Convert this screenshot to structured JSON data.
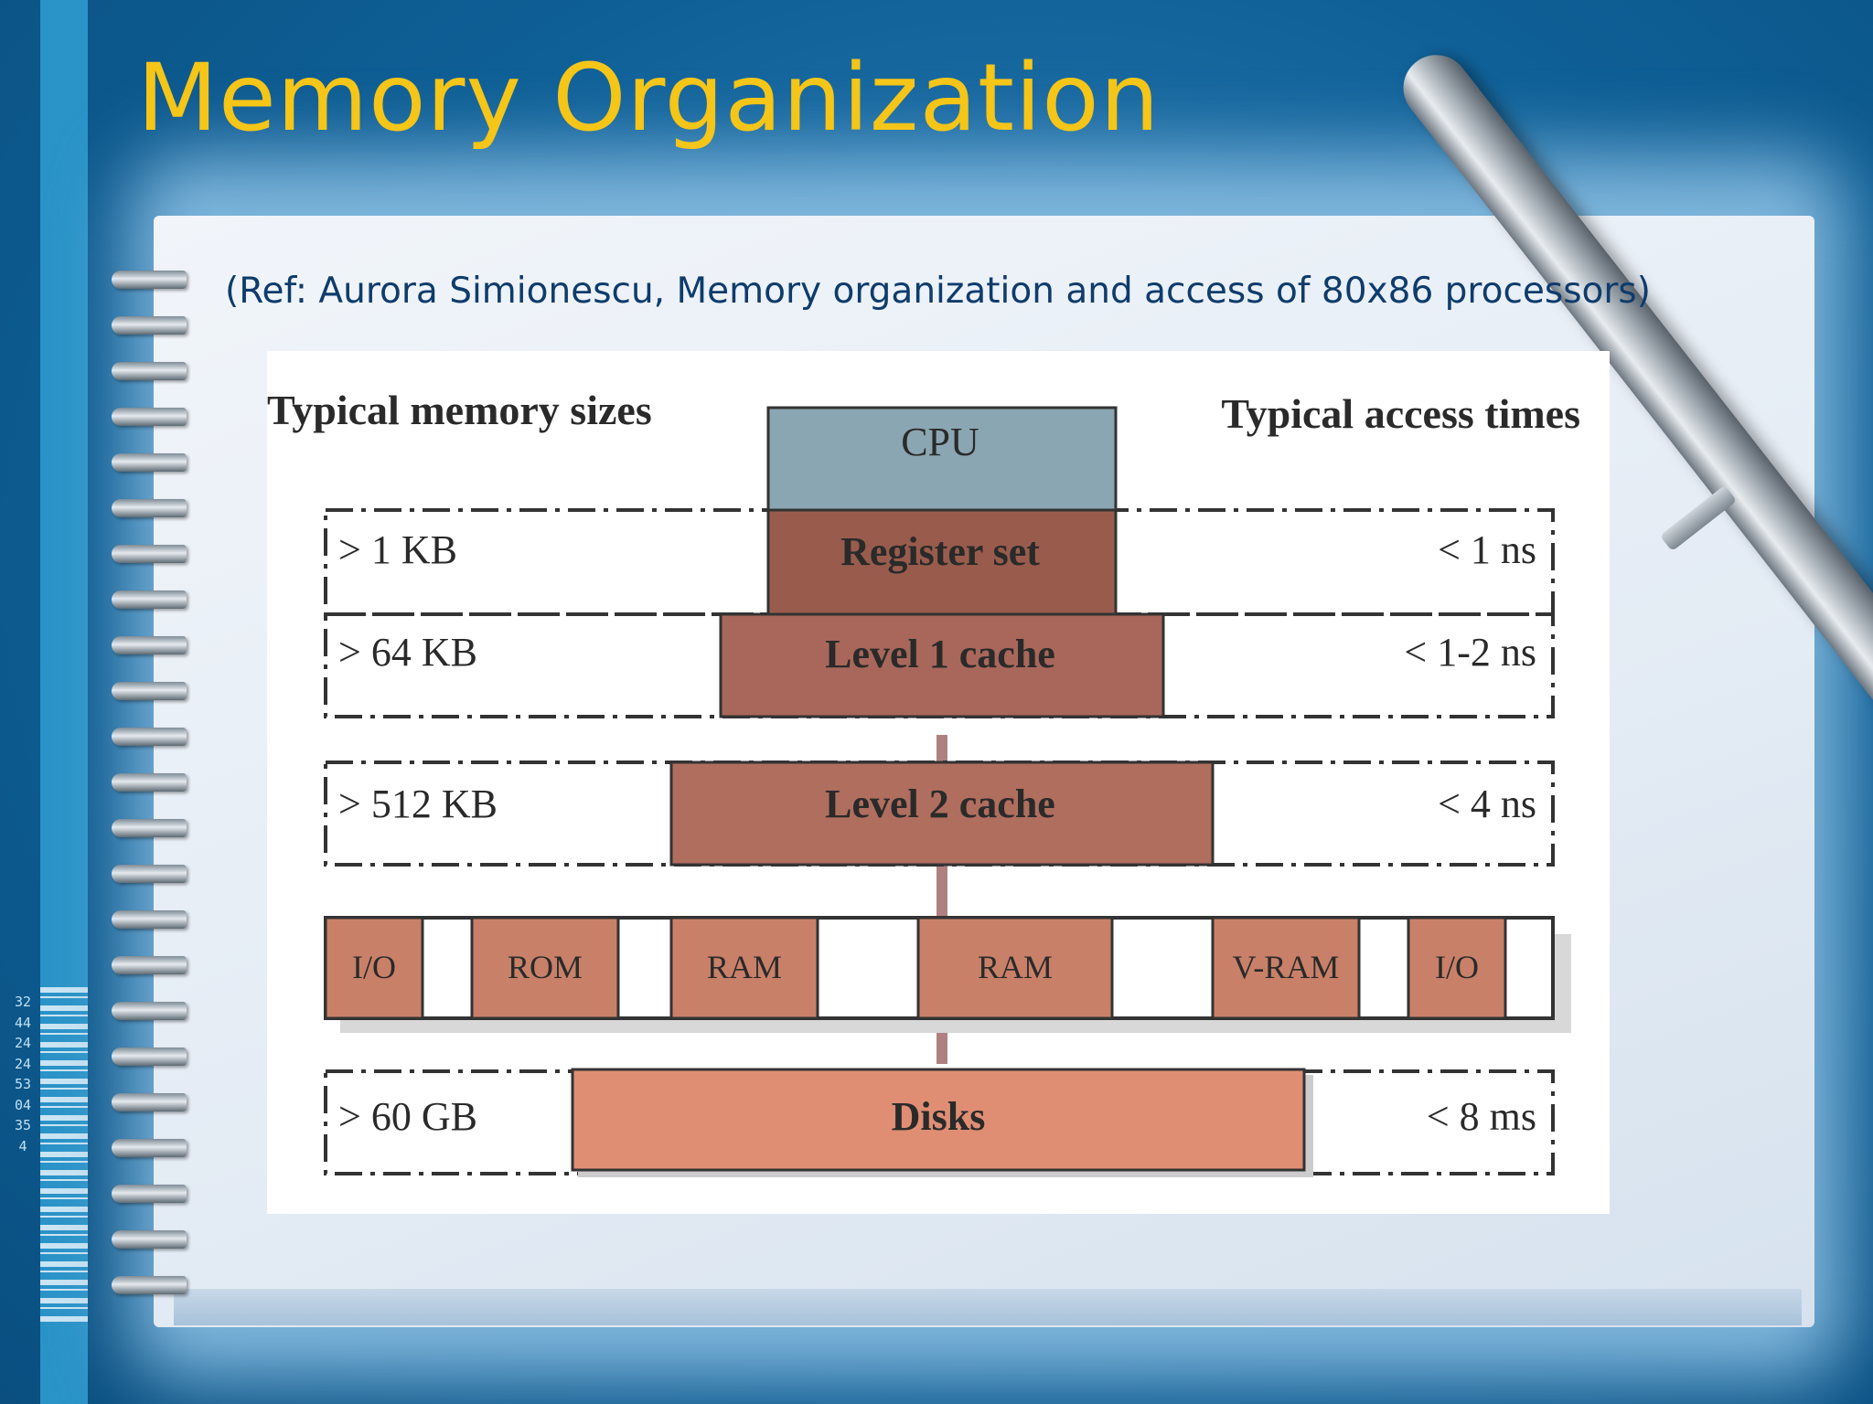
{
  "slide": {
    "title": "Memory Organization",
    "reference": "(Ref: Aurora Simionescu, Memory organization and access of 80x86 processors)",
    "barcode_digits": "324424245304354",
    "colors": {
      "background": "#0b5a90",
      "title": "#f5c518",
      "reference_text": "#0e3c6c"
    }
  },
  "diagram": {
    "left_header": "Typical memory sizes",
    "right_header": "Typical access times",
    "cpu_label": "CPU",
    "levels": [
      {
        "size": "> 1 KB",
        "block": "Register set",
        "time": "< 1 ns"
      },
      {
        "size": "> 64 KB",
        "block": "Level 1 cache",
        "time": "< 1-2 ns"
      },
      {
        "size": "> 512 KB",
        "block": "Level 2 cache",
        "time": "< 4 ns"
      },
      {
        "size": "> 60 GB",
        "block": "Disks",
        "time": "< 8 ms"
      }
    ],
    "main_memory_blocks": [
      "I/O",
      "ROM",
      "RAM",
      "RAM",
      "V-RAM",
      "I/O"
    ],
    "colors": {
      "cpu": "#8aa6b2",
      "register_set": "#995c4c",
      "level1": "#a8675a",
      "level2": "#b06e5e",
      "memory_blocks": "#c98068",
      "disks": "#df8e74",
      "dashed_border": "#333333"
    }
  }
}
